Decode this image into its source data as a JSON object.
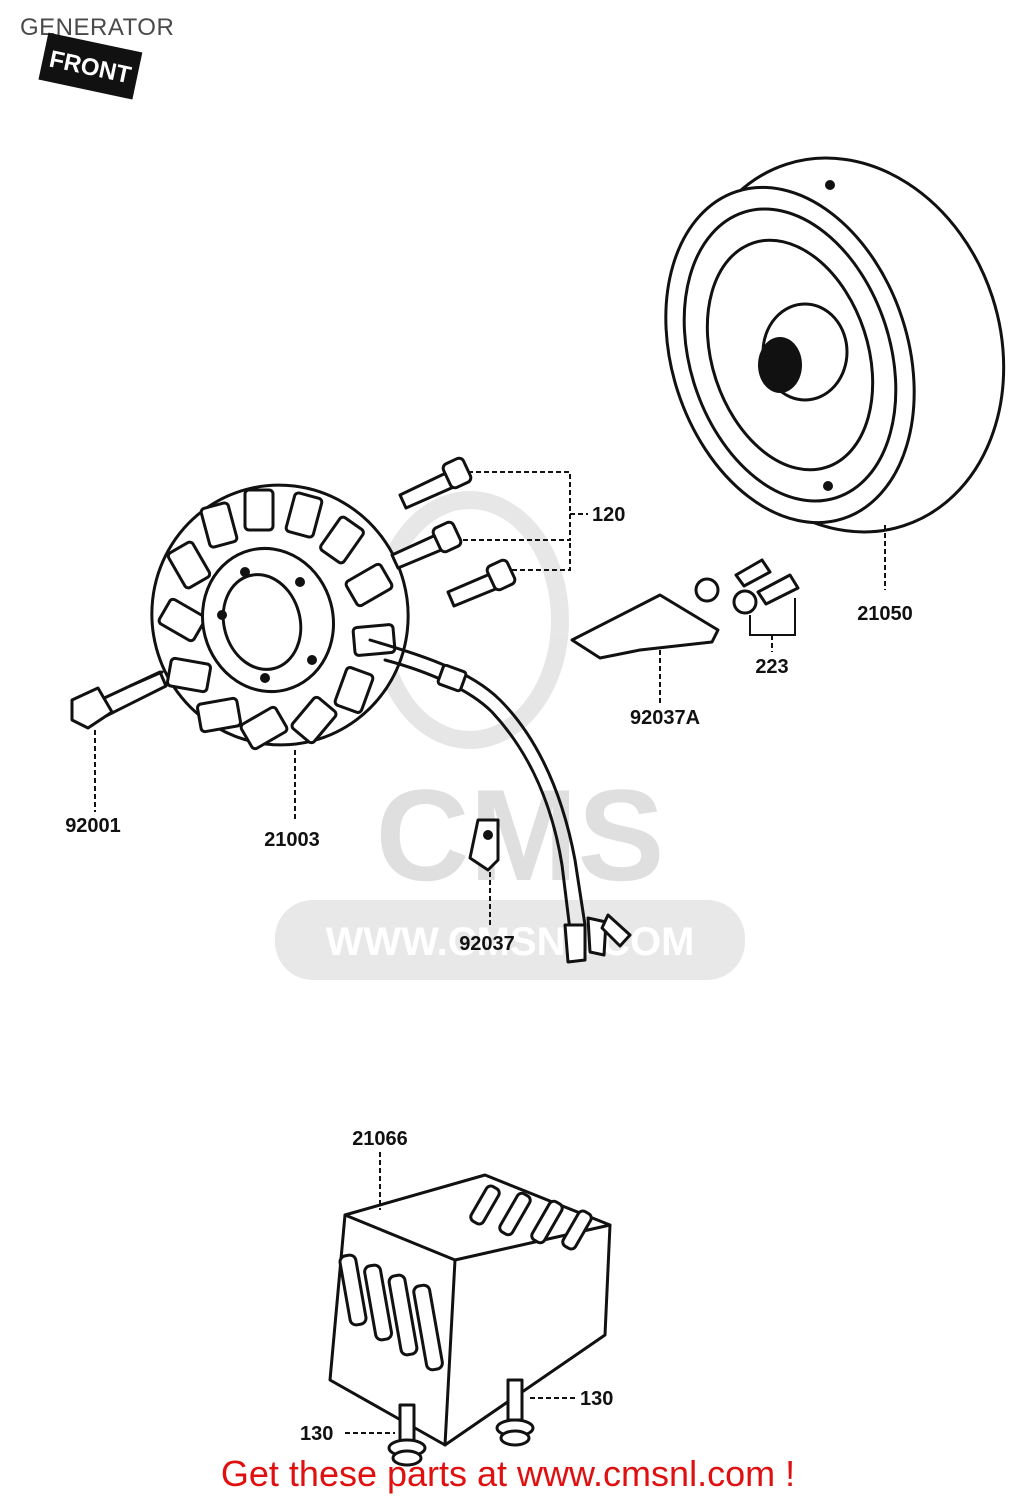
{
  "page": {
    "title": "GENERATOR",
    "footer": "Get these parts at www.cmsnl.com !"
  },
  "stamp": {
    "text": "FRONT"
  },
  "watermark": {
    "logo": "CMS",
    "url": "WWW.CMSNL.COM"
  },
  "parts": {
    "bolts_stator": "120",
    "flywheel": "21050",
    "bolts_plate": "223",
    "plate": "92037A",
    "bolt_rotor": "92001",
    "stator": "21003",
    "clamp": "92037",
    "regulator": "21066",
    "bolt_reg_right": "130",
    "bolt_reg_left": "130"
  },
  "colors": {
    "ink": "#111111",
    "footer": "#e01010",
    "watermark": "#dcdcdc"
  }
}
